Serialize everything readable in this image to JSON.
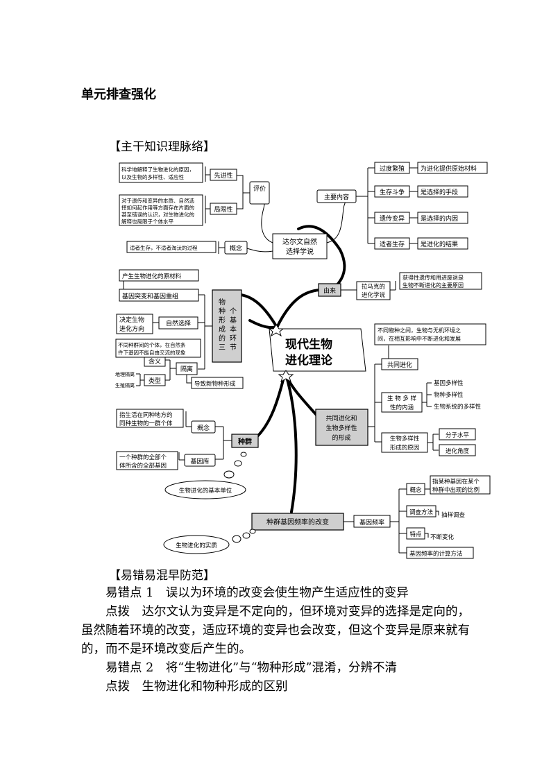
{
  "page_title": "单元排查强化",
  "section1_heading": "【主干知识理脉络】",
  "section2_heading": "【易错易混早防范】",
  "mindmap": {
    "center": [
      "现代生物",
      "进化理论"
    ],
    "darwin": {
      "title": [
        "达尔文自然",
        "选择学说"
      ],
      "evaluate": "评价",
      "advantage": "先进性",
      "advantage_desc": [
        "科学地解释了生物进化的原因，",
        "以及生物的多样性、适应性"
      ],
      "limitation": "局限性",
      "limitation_desc": [
        "对于遗传和变异的本质、自然选",
        "择如何起作用等方面存在片面的",
        "甚至错误的认识，对生物进化的",
        "解释也局限于个体水平"
      ],
      "concept": "概念",
      "concept_desc": "适者生存，不适者淘汰的过程",
      "main_content": "主要内容",
      "items": [
        {
          "k": "过度繁殖",
          "v": "为进化提供原始材料"
        },
        {
          "k": "生存斗争",
          "v": "是选择的手段"
        },
        {
          "k": "遗传变异",
          "v": "是选择的内因"
        },
        {
          "k": "适者生存",
          "v": "是进化的结果"
        }
      ]
    },
    "origin": {
      "label": "由来",
      "lamarck": [
        "拉马克的",
        "进化学说"
      ],
      "lamarck_desc": [
        "获得性遗传和用进废退是",
        "生物不断进化的主要原因"
      ]
    },
    "three": {
      "title_v": [
        "物",
        "种",
        "形",
        "成",
        "的",
        "三"
      ],
      "title_v2": [
        "个",
        "基",
        "本",
        "环",
        "节"
      ],
      "raw_material": "产生生物进化的原材料",
      "mutation": "基因突变和基因重组",
      "natural_selection": "自然选择",
      "ns_desc": [
        "决定生物",
        "进化方向"
      ],
      "isolation": "隔离",
      "meaning": "含义",
      "meaning_desc": [
        "不同种群间的个体，在自然条",
        "件下基因不能自由交流的现象"
      ],
      "types": "类型",
      "geo": "地理隔离",
      "repro": "生殖隔离",
      "new_species": "导致新物种形成"
    },
    "coevo": {
      "title": [
        "共同进化和",
        "生物多样性",
        "的形成"
      ],
      "desc": [
        "不同物种之间，生物与无机环境之",
        "间，在相互影响中不断进化和发展"
      ],
      "coevolution": "共同进化",
      "connotation": [
        "生 物 多 样",
        "性的内涵"
      ],
      "levels": [
        "基因多样性",
        "物种多样性",
        "生物系统的多样性"
      ],
      "causes": [
        "生物多样性",
        "形成的原因"
      ],
      "cause_items": [
        "分子水平",
        "进化角度"
      ]
    },
    "population": {
      "label": "种群",
      "concept": "概念",
      "concept_desc": [
        "指生活在同种地方的",
        "同种生物的一群个体"
      ],
      "genepool": "基因库",
      "genepool_desc": [
        "一个种群的全部个",
        "体所含的全部基因"
      ],
      "unit_bubble": "生物进化的基本单位"
    },
    "frequency": {
      "label": "种群基因频率的改变",
      "gf": "基因频率",
      "concept": "概念",
      "concept_desc": [
        "指某种基因在某个",
        "种群中出现的比例"
      ],
      "method": "调查方法",
      "method_desc": "抽样调查",
      "feature": "特点",
      "feature_desc": "不断变化",
      "calc": "基因频率的计算方法",
      "essence_bubble": "生物进化的实质"
    }
  },
  "errors": {
    "p1_title": "易错点 1　误以为环境的改变会使生物产生适应性的变异",
    "p1_hint_label": "点拨",
    "p1_hint": "达尔文认为变异是不定向的，但环境对变异的选择是定向的，虽然随着环境的改变，适应环境的变异也会改变，但这个变异是原来就有的，而不是环境改变后产生的。",
    "p2_title": "易错点 2　将“生物进化”与“物种形成”混淆，分辨不清",
    "p2_hint_label": "点拨",
    "p2_hint": "生物进化和物种形成的区别"
  }
}
